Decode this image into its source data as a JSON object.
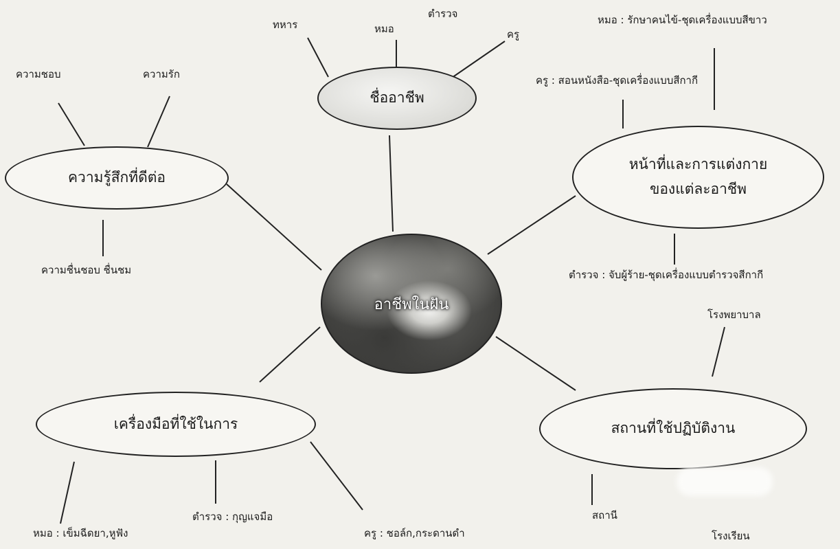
{
  "center": {
    "text": "อาชีพในฝัน"
  },
  "nodes": {
    "career_name": "ชื่ออาชีพ",
    "feeling": "ความรู้สึกที่ดีต่อ",
    "duty_line1": "หน้าที่และการแต่งกาย",
    "duty_line2": "ของแต่ละอาชีพ",
    "tools": "เครื่องมือที่ใช้ในการ",
    "workplace": "สถานที่ใช้ปฏิบัติงาน"
  },
  "labels": {
    "soldier": "ทหาร",
    "doctor": "หมอ",
    "police": "ตำรวจ",
    "teacher": "ครู",
    "like": "ความชอบ",
    "love": "ความรัก",
    "admire": "ความชื่นชอบ ชื่นชม",
    "duty_doctor": "หมอ : รักษาคนไข้-ชุดเครื่องแบบสีขาว",
    "duty_teacher": "ครู : สอนหนังสือ-ชุดเครื่องแบบสีกากี",
    "duty_police": "ตำรวจ : จับผู้ร้าย-ชุดเครื่องแบบตำรวจสีกากี",
    "hospital": "โรงพยาบาล",
    "station": "สถานี",
    "school": "โรงเรียน",
    "tool_doctor": "หมอ : เข็มฉีดยา,หูฟัง",
    "tool_police": "ตำรวจ : กุญแจมือ",
    "tool_teacher": "ครู : ชอล์ก,กระดานดำ"
  }
}
